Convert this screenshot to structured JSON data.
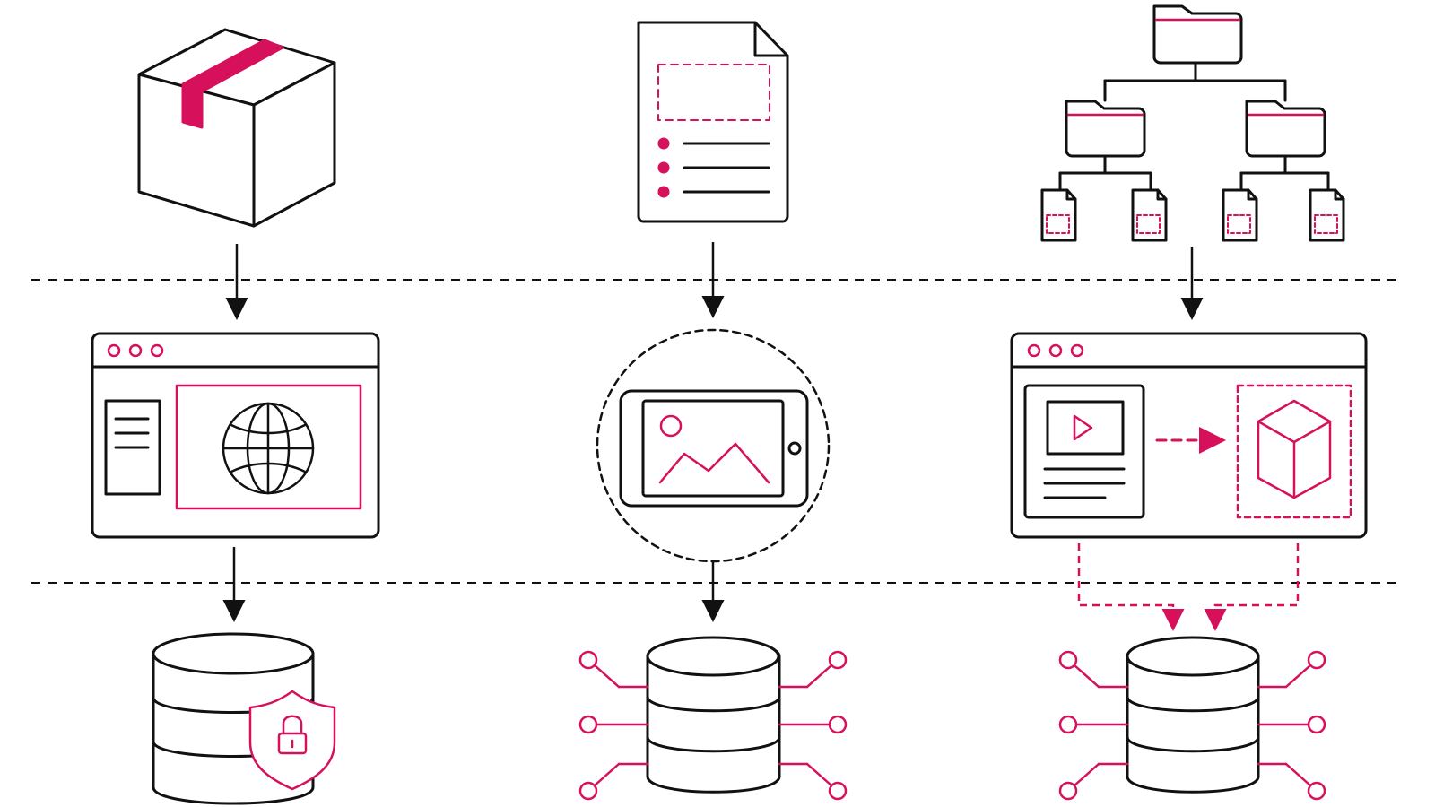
{
  "colors": {
    "stroke": "#111111",
    "accent": "#d6105a",
    "background": "#ffffff",
    "panel_fill": "#ffffff"
  },
  "layers": [
    {
      "name": "source-layer",
      "nodes": [
        {
          "icon": "package-box-icon"
        },
        {
          "icon": "document-list-icon"
        },
        {
          "icon": "folder-hierarchy-icon"
        }
      ]
    },
    {
      "name": "presentation-layer",
      "nodes": [
        {
          "icon": "browser-globe-icon"
        },
        {
          "icon": "tablet-image-icon"
        },
        {
          "icon": "browser-video-to-3d-icon"
        }
      ]
    },
    {
      "name": "storage-layer",
      "nodes": [
        {
          "icon": "secure-database-icon"
        },
        {
          "icon": "connected-database-icon"
        },
        {
          "icon": "connected-database-icon"
        }
      ]
    }
  ],
  "connections": [
    {
      "from": "package-box-icon",
      "to": "browser-globe-icon",
      "style": "solid"
    },
    {
      "from": "document-list-icon",
      "to": "tablet-image-icon",
      "style": "solid"
    },
    {
      "from": "folder-hierarchy-icon",
      "to": "browser-video-to-3d-icon",
      "style": "solid"
    },
    {
      "from": "browser-globe-icon",
      "to": "secure-database-icon",
      "style": "solid"
    },
    {
      "from": "tablet-image-icon",
      "to": "connected-database-icon",
      "style": "solid"
    },
    {
      "from": "browser-video-to-3d-icon",
      "to": "connected-database-icon",
      "style": "dashed-accent"
    }
  ]
}
